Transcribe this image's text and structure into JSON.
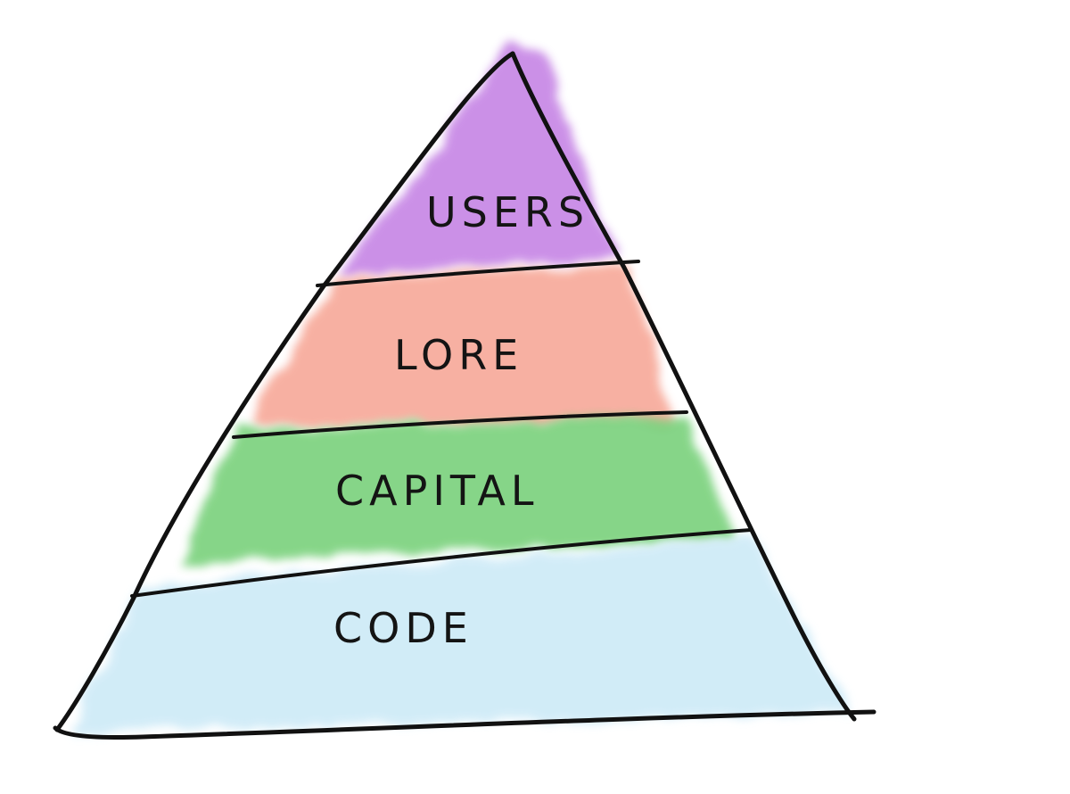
{
  "diagram": {
    "type": "pyramid",
    "layers": [
      {
        "label": "USERS",
        "color": "#c98be6"
      },
      {
        "label": "LORE",
        "color": "#f7a898"
      },
      {
        "label": "CAPITAL",
        "color": "#79d17c"
      },
      {
        "label": "CODE",
        "color": "#cdeaf7"
      }
    ]
  }
}
